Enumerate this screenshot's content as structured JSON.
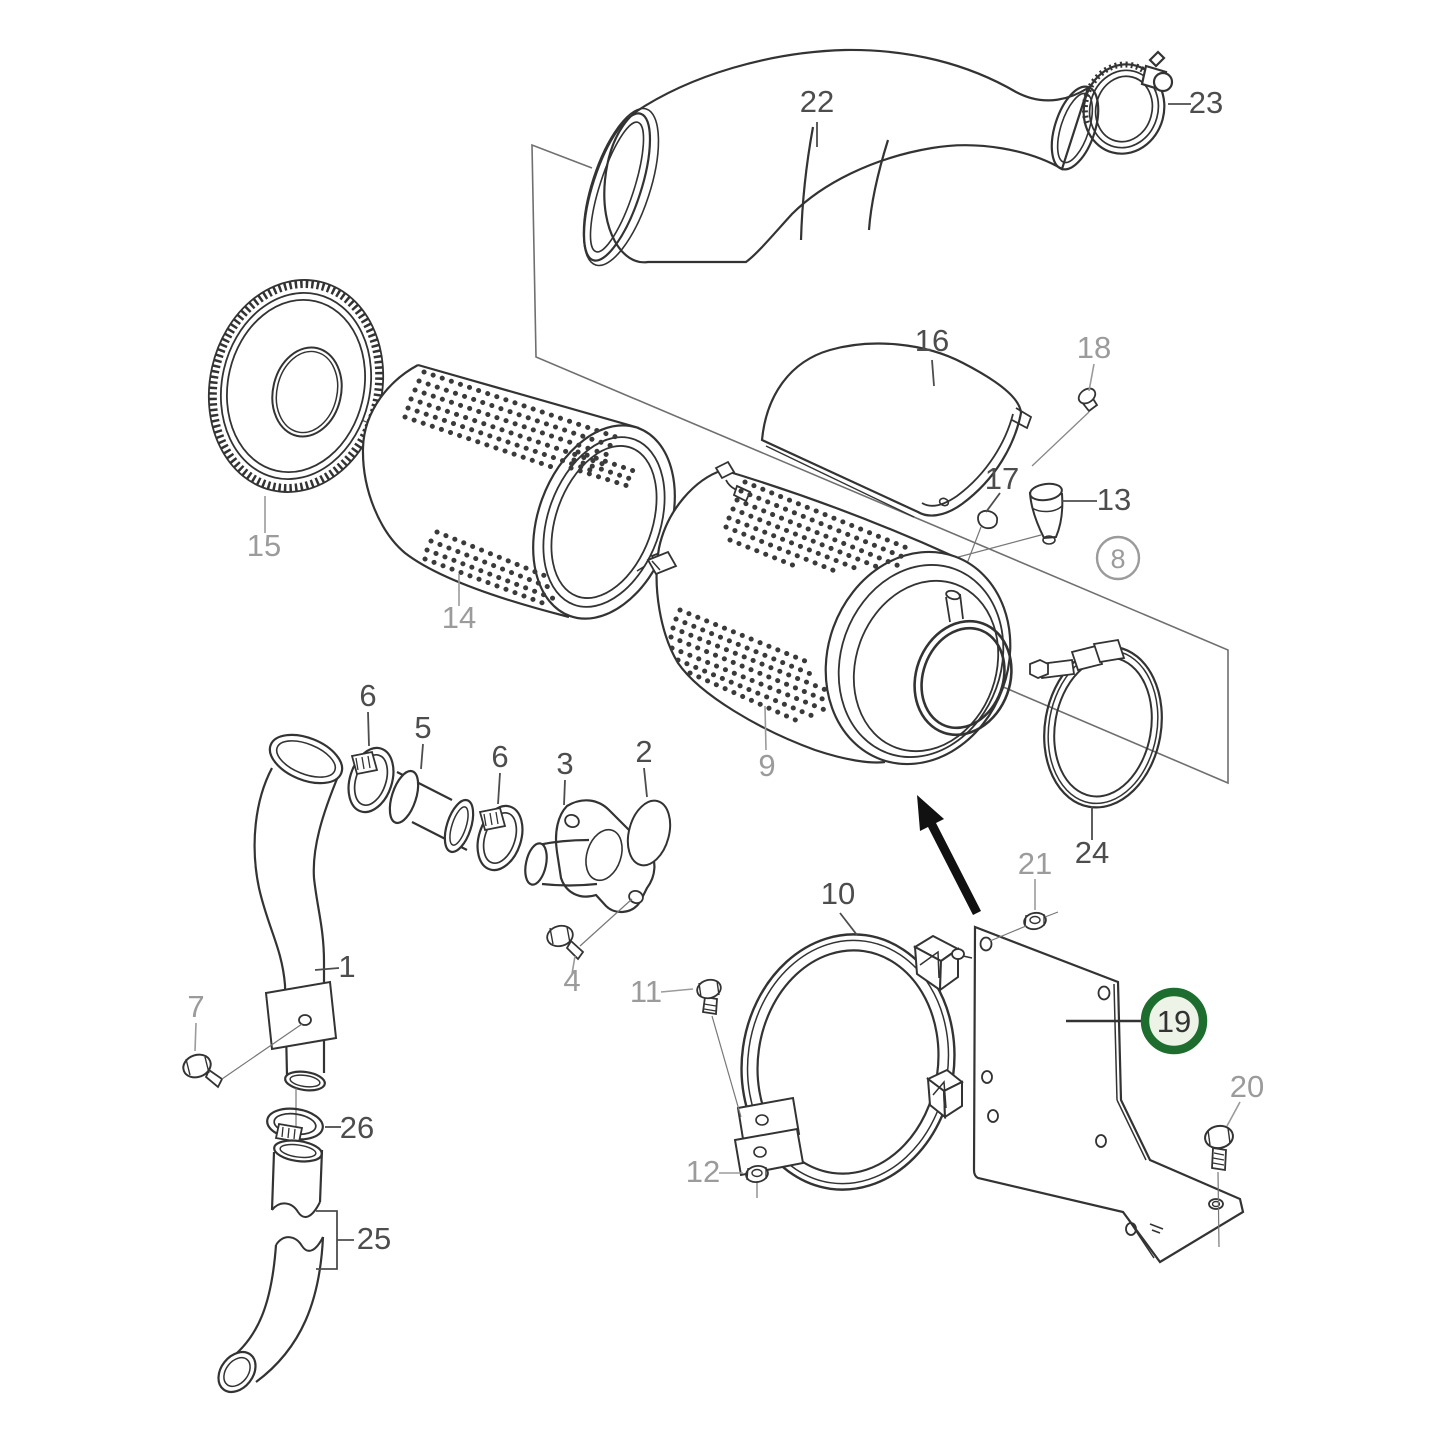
{
  "figure": {
    "kind": "exploded-parts-diagram",
    "subject": "air filter / intake assembly",
    "background": "#ffffff",
    "line_color": "#333333",
    "label_color_dark": "#4d4d4d",
    "label_color_light": "#9b9b9b"
  },
  "highlight": {
    "part": "19",
    "ring_color": "#1d6d2e",
    "fill_color": "#edf3e7",
    "text_color": "#333333"
  },
  "reference_balloon": {
    "text": "8",
    "ring_color": "#9b9b9b"
  },
  "arrow": {
    "name": "assembly-direction-arrow",
    "color": "#111111"
  },
  "labels": [
    {
      "part": "22",
      "tone": "dark"
    },
    {
      "part": "23",
      "tone": "dark"
    },
    {
      "part": "16",
      "tone": "dark"
    },
    {
      "part": "18",
      "tone": "light"
    },
    {
      "part": "15",
      "tone": "light"
    },
    {
      "part": "14",
      "tone": "light"
    },
    {
      "part": "17",
      "tone": "dark"
    },
    {
      "part": "13",
      "tone": "dark"
    },
    {
      "part": "8",
      "tone": "light"
    },
    {
      "part": "9",
      "tone": "light"
    },
    {
      "part": "24",
      "tone": "dark"
    },
    {
      "part": "21",
      "tone": "light"
    },
    {
      "part": "6",
      "tone": "dark"
    },
    {
      "part": "5",
      "tone": "dark"
    },
    {
      "part": "6",
      "tone": "dark"
    },
    {
      "part": "3",
      "tone": "dark"
    },
    {
      "part": "2",
      "tone": "dark"
    },
    {
      "part": "1",
      "tone": "dark"
    },
    {
      "part": "4",
      "tone": "light"
    },
    {
      "part": "7",
      "tone": "light"
    },
    {
      "part": "11",
      "tone": "light"
    },
    {
      "part": "10",
      "tone": "dark"
    },
    {
      "part": "26",
      "tone": "dark"
    },
    {
      "part": "25",
      "tone": "dark"
    },
    {
      "part": "12",
      "tone": "light"
    },
    {
      "part": "20",
      "tone": "light"
    },
    {
      "part": "19",
      "tone": "dark"
    }
  ]
}
